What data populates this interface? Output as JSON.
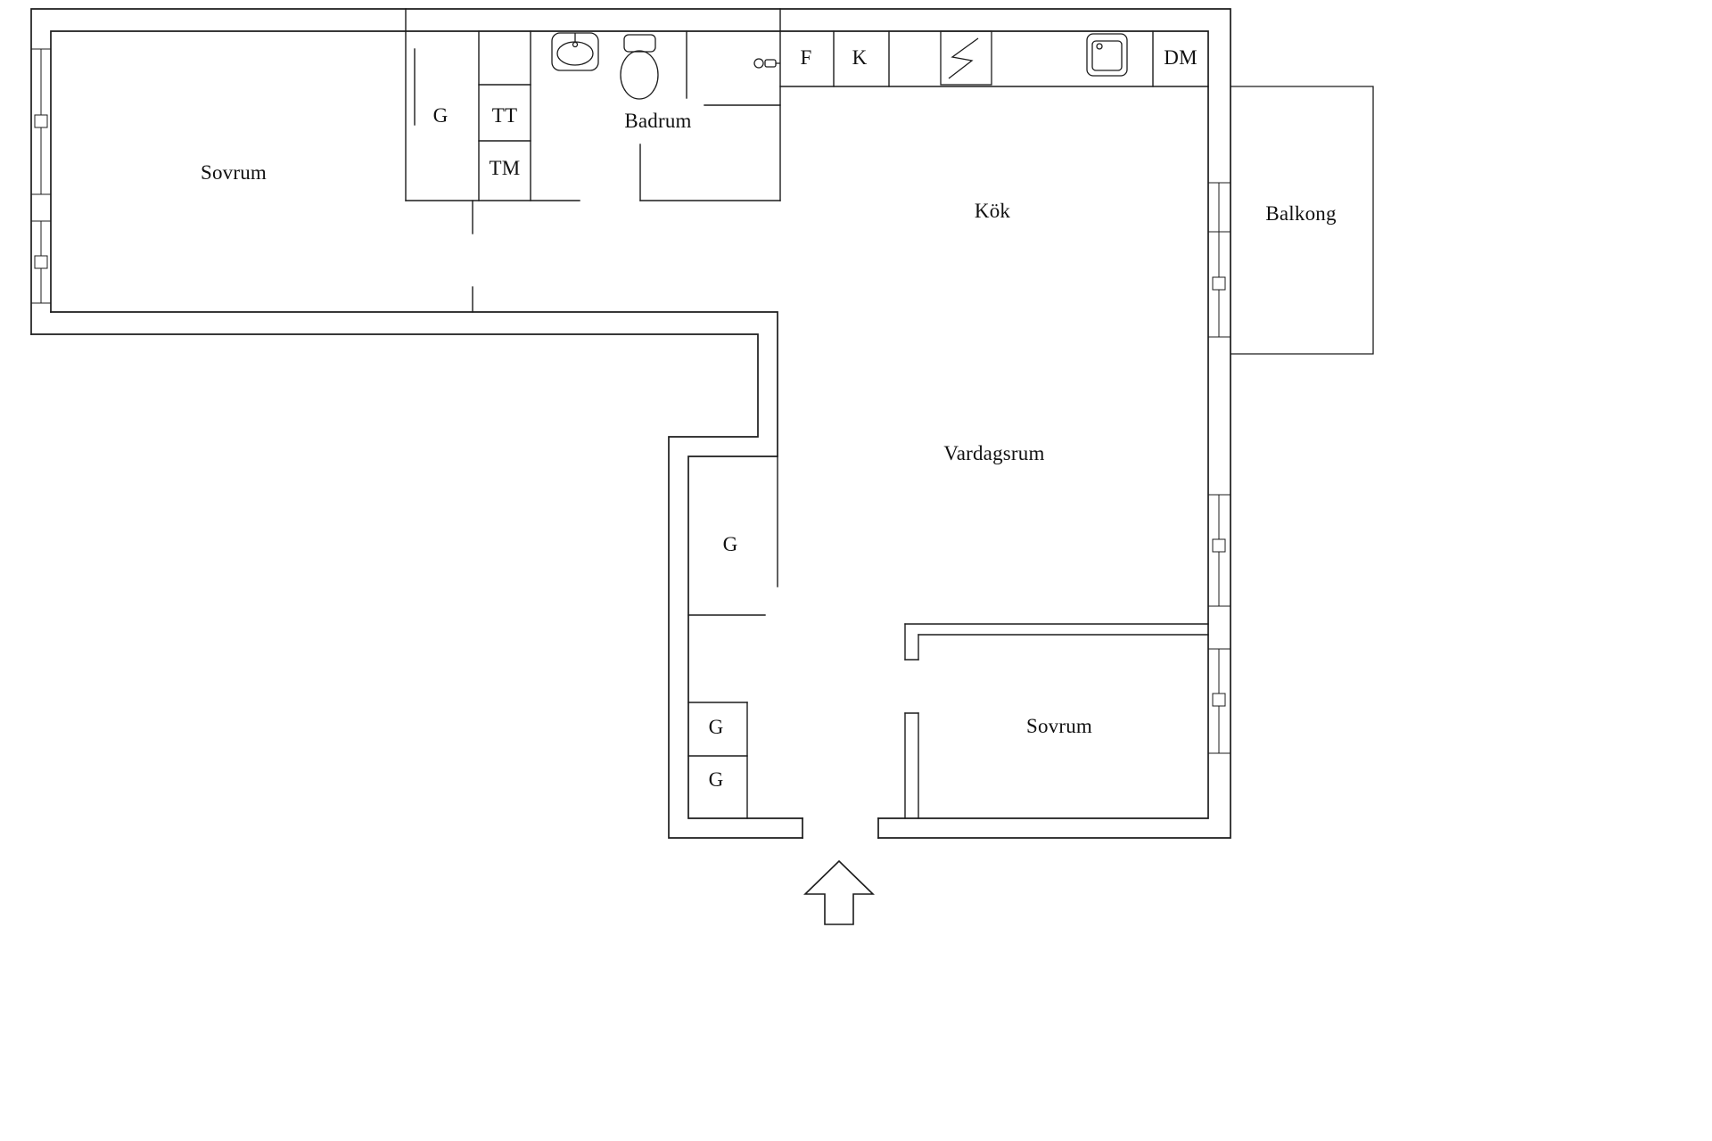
{
  "page": {
    "background": "#ffffff",
    "line_color": "#1c1c1c",
    "text_color": "#111111"
  },
  "labels": {
    "sovrum_left": "Sovrum",
    "closet_top": "G",
    "dryer": "TT",
    "washer": "TM",
    "badrum": "Badrum",
    "fridge": "F",
    "freezer": "K",
    "dishwasher": "DM",
    "kok": "Kök",
    "balkong": "Balkong",
    "vardagsrum": "Vardagsrum",
    "closet_hall": "G",
    "closet_entry_upper": "G",
    "closet_entry_lower": "G",
    "sovrum_right": "Sovrum"
  },
  "icons": {
    "washbasin": "washbasin-icon",
    "toilet": "toilet-icon",
    "shower_mixer": "shower-mixer-icon",
    "stove": "stove-icon",
    "kitchen_sink": "kitchen-sink-icon",
    "window_handle": "window-handle-icon",
    "entry_arrow": "entrance-arrow-icon"
  }
}
